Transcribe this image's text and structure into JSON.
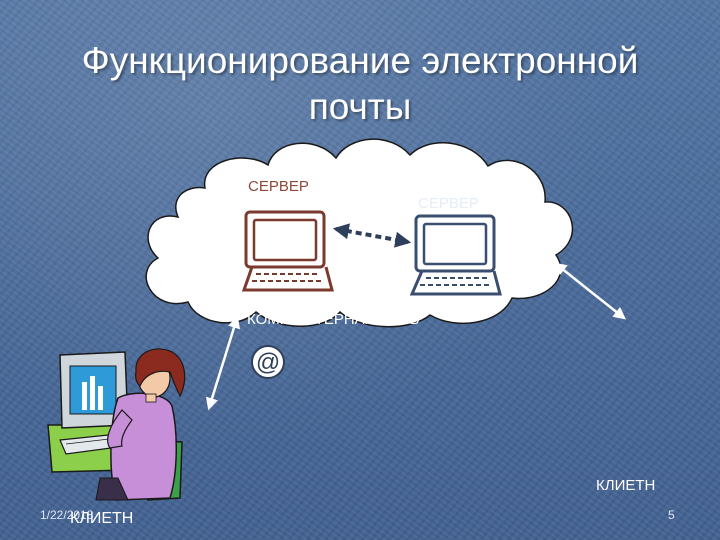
{
  "slide": {
    "title_line1": "Функционирование электронной",
    "title_line2": "почты",
    "date": "1/22/2018",
    "page_number": "5"
  },
  "diagram": {
    "server_left_label": "СЕРВЕР",
    "server_right_label": "СЕРВЕР",
    "network_label": "КОМПЬЮТЕРНАЯ СЕТЬ",
    "client_right_label": "КЛИЕТН",
    "client_left_label": "КЛИЕТН"
  },
  "icons": [
    "cloud-icon",
    "server-computer-icon",
    "at-sign-icon",
    "woman-at-computer-icon",
    "double-arrow-icon"
  ],
  "colors": {
    "background": "#4a6a9a",
    "cloud_fill": "#ffffff",
    "server_left_stroke": "#7a3a2e",
    "server_right_stroke": "#3a4f70",
    "arrow_white": "#ffffff",
    "arrow_dotted": "#2e3f5c"
  }
}
